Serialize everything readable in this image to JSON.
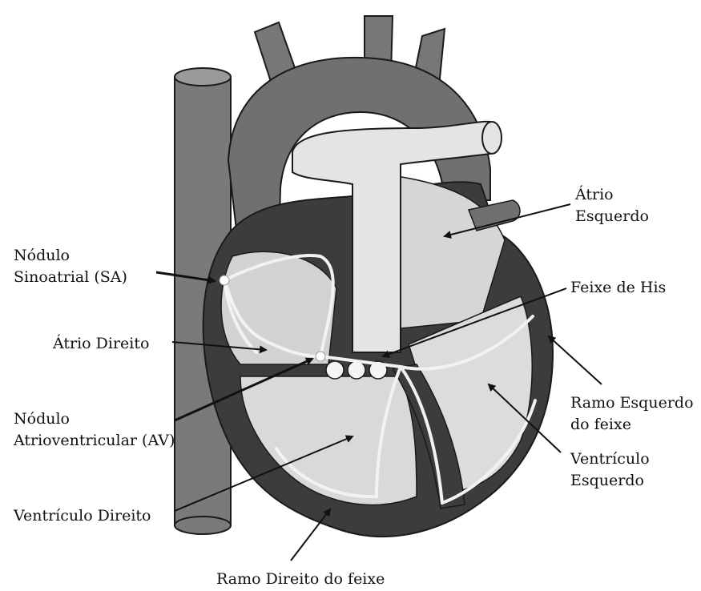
{
  "labels": {
    "sa_node": [
      "Nódulo",
      "Sinoatrial (SA)"
    ],
    "right_atrium": "Átrio Direito",
    "av_node": [
      "Nódulo",
      "Atrioventricular (AV)"
    ],
    "right_ventricle": "Ventrículo Direito",
    "right_bundle_branch": "Ramo Direito do feixe",
    "left_atrium": [
      "Átrio",
      "Esquerdo"
    ],
    "bundle_of_his": "Feixe de His",
    "left_bundle_branch": [
      "Ramo Esquerdo",
      "do feixe"
    ],
    "left_ventricle": [
      "Ventrículo",
      "Esquerdo"
    ]
  },
  "colors": {
    "vessel_dark": "#6e6e6e",
    "vessel_outline": "#1a1a1a",
    "chamber_light": "#d9d9d9",
    "aorta_light": "#e3e3e3",
    "wall_dark": "#3c3c3c",
    "conduction_path": "#f2f2f2"
  }
}
